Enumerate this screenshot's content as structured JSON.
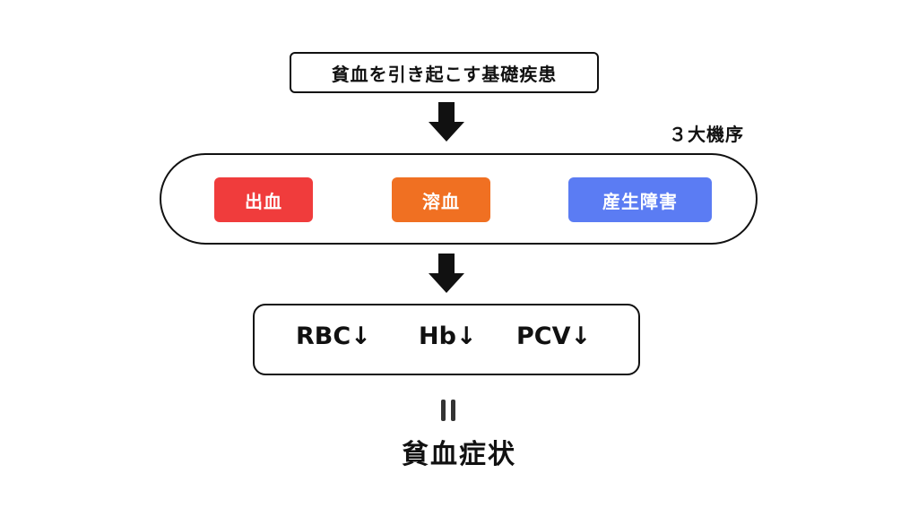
{
  "diagram": {
    "underlying_disease": "貧血を引き起こす基礎疾患",
    "mechanisms_label": "３大機序",
    "mechanisms": [
      {
        "label": "出血",
        "color": "#f03c3c"
      },
      {
        "label": "溶血",
        "color": "#f07022"
      },
      {
        "label": "産生障害",
        "color": "#5b7cf3"
      }
    ],
    "lab_values": [
      "RBC↓",
      "Hb↓",
      "PCV↓"
    ],
    "equals_symbol": "II",
    "result": "貧血症状"
  }
}
